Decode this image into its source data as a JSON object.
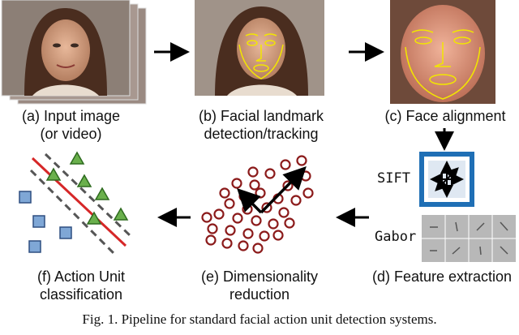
{
  "steps": {
    "a": {
      "line1": "(a) Input image",
      "line2": "(or video)"
    },
    "b": {
      "line1": "(b) Facial landmark",
      "line2": "detection/tracking"
    },
    "c": {
      "line1": "(c) Face alignment"
    },
    "d": {
      "line1": "(d) Feature extraction"
    },
    "e": {
      "line1": "(e) Dimensionality",
      "line2": "reduction"
    },
    "f": {
      "line1": "(f) Action Unit",
      "line2": "classification"
    }
  },
  "features": {
    "sift": "SIFT",
    "gabor": "Gabor"
  },
  "caption": "Fig. 1.   Pipeline for standard facial action unit detection systems.",
  "colors": {
    "triangle": "#6ab04c",
    "square": "#7fa7d6",
    "decision_line": "#d62728",
    "margin_line": "#555555",
    "scatter": "#8b1a1a",
    "sift_frame": "#1f6fb5",
    "landmark": "#f2e600"
  },
  "icons": [
    "right-arrow-icon",
    "down-arrow-icon",
    "left-arrow-icon"
  ]
}
